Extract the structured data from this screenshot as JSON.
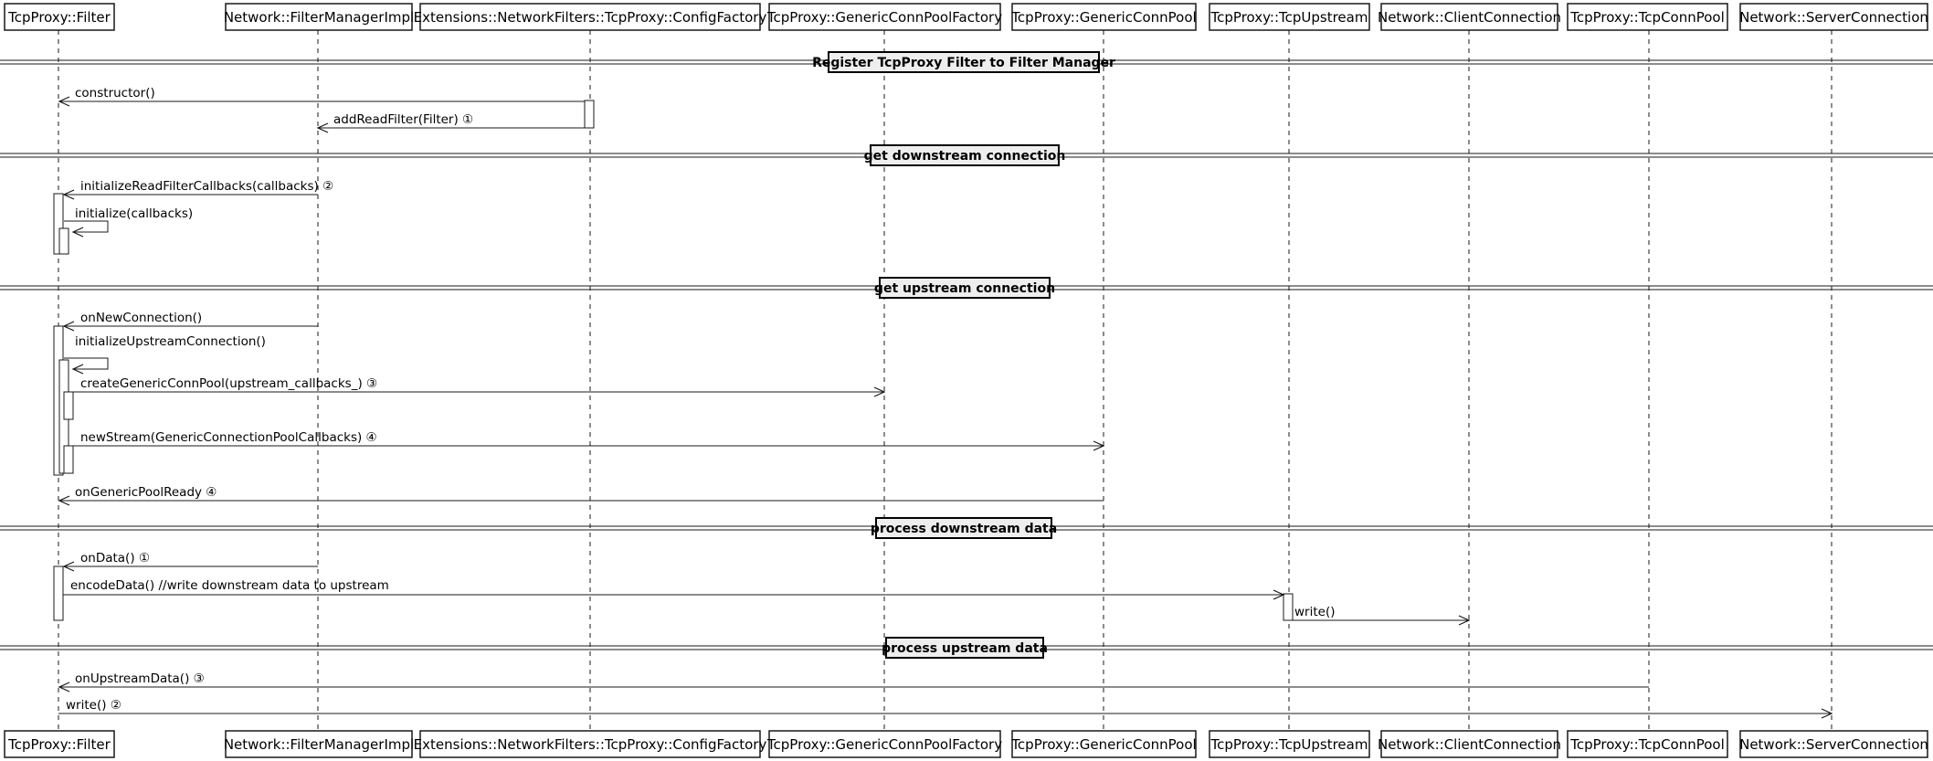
{
  "participants": [
    "TcpProxy::Filter",
    "Network::FilterManagerImpl",
    "Extensions::NetworkFilters::TcpProxy::ConfigFactory",
    "TcpProxy::GenericConnPoolFactory",
    "TcpProxy::GenericConnPool",
    "TcpProxy::TcpUpstream",
    "Network::ClientConnection",
    "TcpProxy::TcpConnPool",
    "Network::ServerConnection"
  ],
  "separators": [
    "Register TcpProxy Filter to Filter Manager",
    "get downstream connection",
    "get upstream connection",
    "process downstream data",
    "process upstream data"
  ],
  "messages": [
    {
      "from": 2,
      "to": 0,
      "label": "constructor()"
    },
    {
      "from": 2,
      "to": 1,
      "label": "addReadFilter(Filter) ①"
    },
    {
      "from": 1,
      "to": 0,
      "label": "initializeReadFilterCallbacks(callbacks) ②"
    },
    {
      "from": 0,
      "to": 0,
      "label": "initialize(callbacks)"
    },
    {
      "from": 1,
      "to": 0,
      "label": "onNewConnection()"
    },
    {
      "from": 0,
      "to": 0,
      "label": "initializeUpstreamConnection()"
    },
    {
      "from": 0,
      "to": 3,
      "label": "createGenericConnPool(upstream_callbacks_) ③"
    },
    {
      "from": 0,
      "to": 4,
      "label": "newStream(GenericConnectionPoolCallbacks) ④"
    },
    {
      "from": 4,
      "to": 0,
      "label": "onGenericPoolReady ④"
    },
    {
      "from": 1,
      "to": 0,
      "label": "onData() ①"
    },
    {
      "from": 0,
      "to": 5,
      "label": "encodeData()  //write downstream data to upstream"
    },
    {
      "from": 5,
      "to": 6,
      "label": "write()"
    },
    {
      "from": 7,
      "to": 0,
      "label": "onUpstreamData() ③"
    },
    {
      "from": 0,
      "to": 8,
      "label": "write() ②"
    }
  ]
}
